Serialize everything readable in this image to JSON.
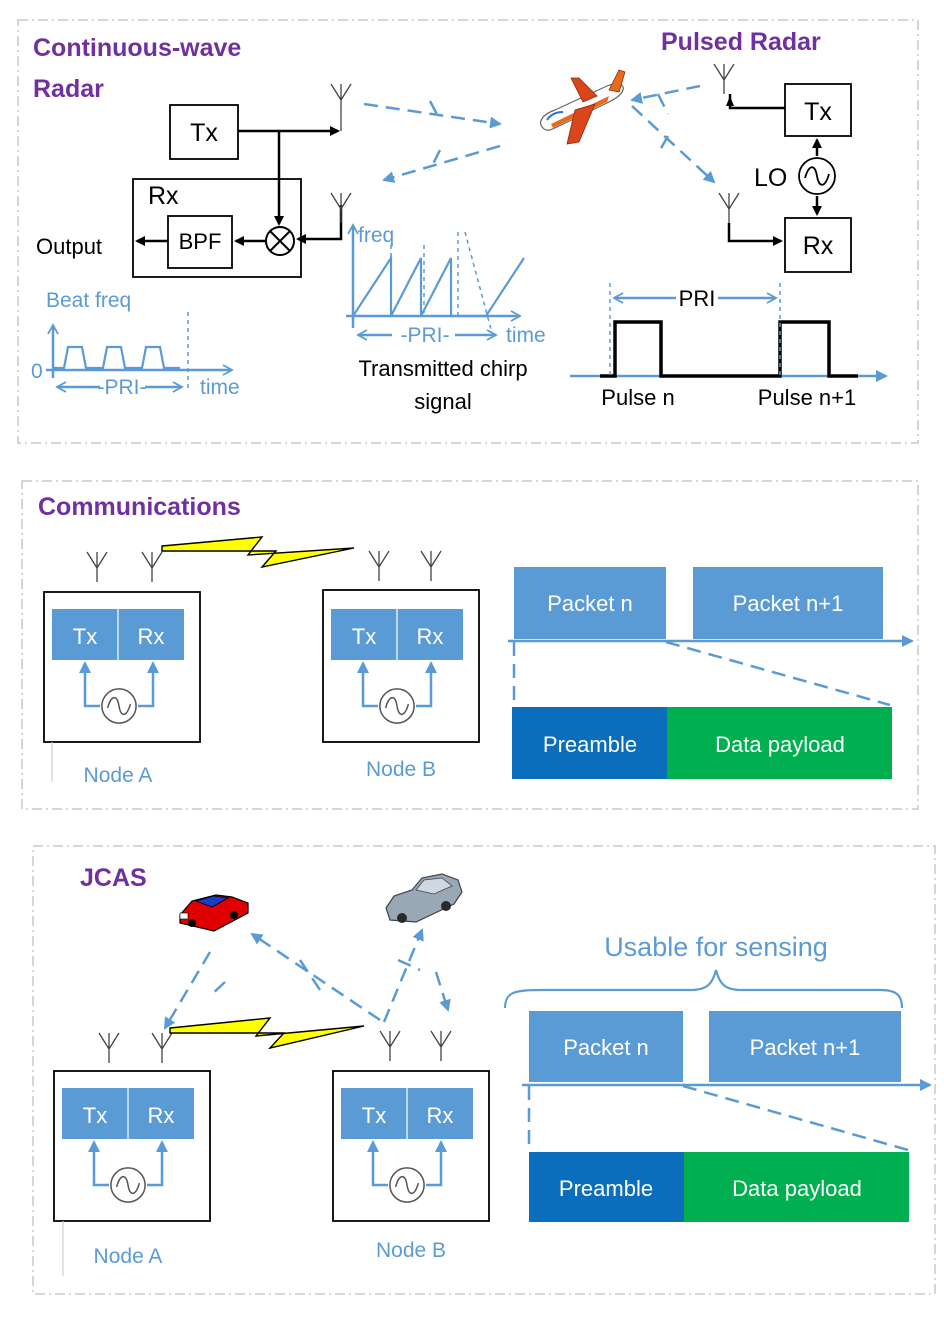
{
  "colors": {
    "title_purple": "#7030A0",
    "accent_blue": "#5B9BD5",
    "block_blue": "#5B9BD5",
    "preamble_blue": "#0A6EBD",
    "payload_green": "#00B050",
    "lightning_yellow": "#FFFF00"
  },
  "icons": [
    "antenna-icon",
    "airplane-icon",
    "lightning-icon",
    "oscillator-icon",
    "mixer-icon",
    "red-car-icon",
    "grey-car-icon"
  ],
  "cw": {
    "title_line1": "Continuous-wave",
    "title_line2": "Radar",
    "tx": "Tx",
    "rx": "Rx",
    "bpf": "BPF",
    "output": "Output",
    "beat_freq": "Beat freq",
    "zero": "0",
    "pri": "PRI",
    "time": "time",
    "freq": "freq",
    "chirp_pri": "PRI",
    "chirp_time": "time",
    "chirp_caption_line1": "Transmitted chirp",
    "chirp_caption_line2": "signal"
  },
  "pulsed": {
    "title": "Pulsed Radar",
    "tx": "Tx",
    "rx": "Rx",
    "lo": "LO",
    "pri": "PRI",
    "pulse_n": "Pulse n",
    "pulse_n1": "Pulse n+1"
  },
  "comm": {
    "title": "Communications",
    "node_a": {
      "tx": "Tx",
      "rx": "Rx",
      "label": "Node A"
    },
    "node_b": {
      "tx": "Tx",
      "rx": "Rx",
      "label": "Node B"
    },
    "packet_n": "Packet n",
    "packet_n1": "Packet n+1",
    "preamble": "Preamble",
    "payload": "Data payload"
  },
  "jcas": {
    "title": "JCAS",
    "node_a": {
      "tx": "Tx",
      "rx": "Rx",
      "label": "Node A"
    },
    "node_b": {
      "tx": "Tx",
      "rx": "Rx",
      "label": "Node B"
    },
    "usable": "Usable for sensing",
    "packet_n": "Packet n",
    "packet_n1": "Packet n+1",
    "preamble": "Preamble",
    "payload": "Data payload"
  }
}
